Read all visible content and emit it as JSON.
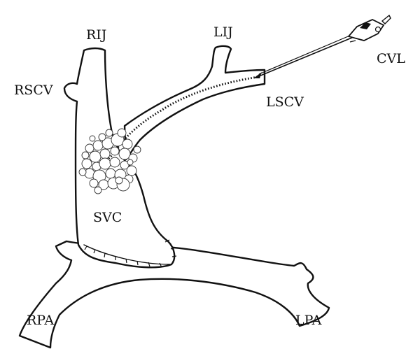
{
  "labels": {
    "rij": "RIJ",
    "lij": "LIJ",
    "rscv": "RSCV",
    "lscv": "LSCV",
    "cvl": "CVL",
    "svc": "SVC",
    "rpa": "RPA",
    "lpa": "LPA"
  },
  "colors": {
    "ink": "#111111",
    "background": "#ffffff"
  }
}
